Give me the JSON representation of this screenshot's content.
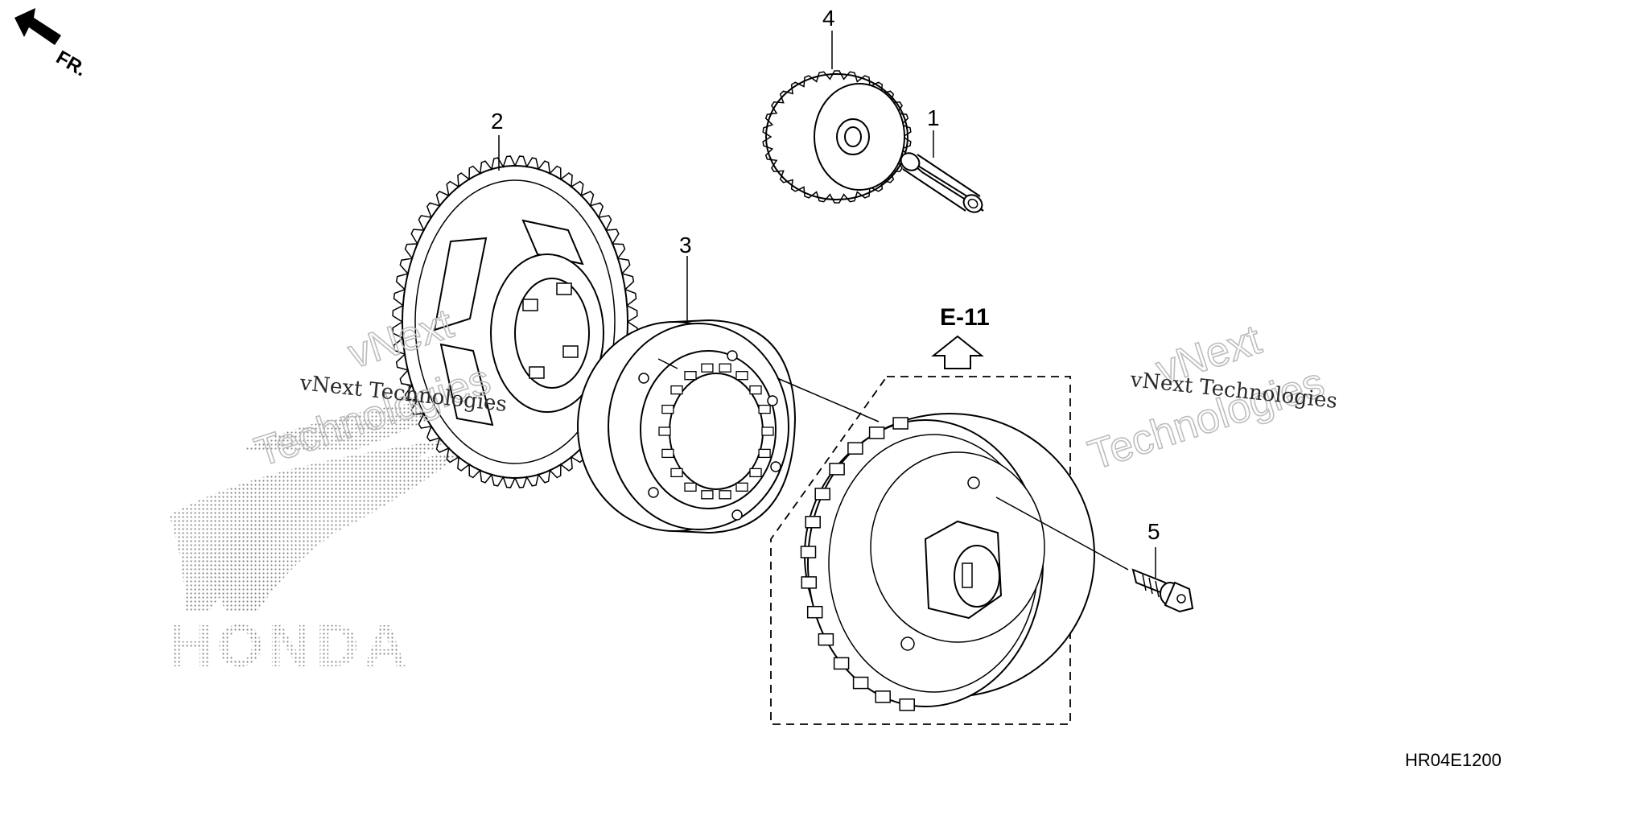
{
  "diagram": {
    "direction_label": "FR.",
    "section_reference": "E-11",
    "diagram_code": "HR04E1200",
    "callouts": [
      "1",
      "2",
      "3",
      "4",
      "5"
    ]
  },
  "watermarks": {
    "brand_logo_text": "HONDA",
    "left_small": "vNext Technologies",
    "left_big_line1": "vNext",
    "left_big_line2": "Technologies",
    "right_small": "vNext Technologies",
    "right_big_line1": "vNext",
    "right_big_line2": "Technologies"
  }
}
